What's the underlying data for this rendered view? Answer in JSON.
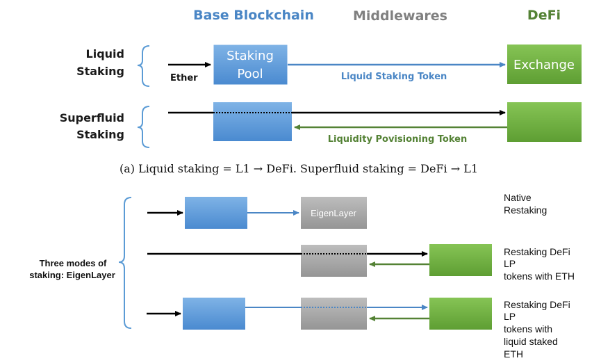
{
  "headers": {
    "base": "Base Blockchain",
    "middle": "Middlewares",
    "defi": "DeFi"
  },
  "row1": {
    "label_line1": "Liquid",
    "label_line2": "Staking",
    "input": "Ether",
    "pool_line1": "Staking",
    "pool_line2": "Pool",
    "exchange": "Exchange",
    "token": "Liquid Staking Token"
  },
  "row2": {
    "label_line1": "Superfluid",
    "label_line2": "Staking",
    "token": "Liquidity Povisioning Token"
  },
  "caption_a": "(a) Liquid staking = L1 → DeFi. Superfluid staking = DeFi → L1",
  "eigen": {
    "group_line1": "Three modes of",
    "group_line2": "staking: EigenLayer",
    "box": "EigenLayer",
    "mode1": [
      "Native",
      "Restaking"
    ],
    "mode2": [
      "Restaking DeFi",
      "LP",
      "tokens with ETH"
    ],
    "mode3": [
      "Restaking DeFi",
      "LP",
      "tokens with",
      "liquid staked",
      "ETH"
    ]
  },
  "colors": {
    "blue": "#5b9bd5",
    "blue_text": "#4a86c5",
    "green": "#70ad47",
    "green_text": "#548235",
    "gray": "#a5a5a5",
    "gray_text": "#808080"
  }
}
